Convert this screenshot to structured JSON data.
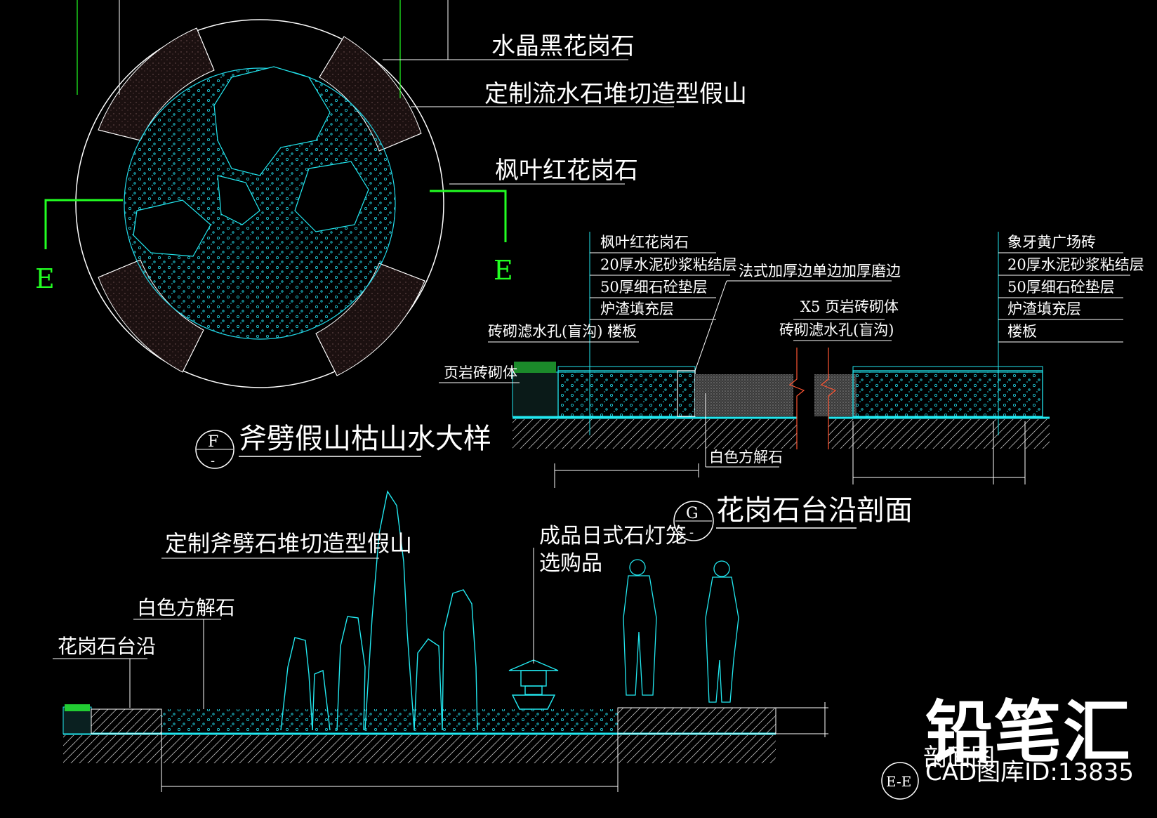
{
  "plan": {
    "marker_left": "E",
    "marker_right": "E",
    "labels": [
      "水晶黑花岗石",
      "定制流水石堆切造型假山",
      "枫叶红花岗石"
    ]
  },
  "detail_f": {
    "tag_top": "F",
    "tag_bottom": "-",
    "title": "斧劈假山枯山水大样"
  },
  "section_g": {
    "tag_top": "G",
    "tag_bottom": "-",
    "title": "花岗石台沿剖面",
    "left_layers": [
      "枫叶红花岗石",
      "20厚水泥砂浆粘结层",
      "50厚细石砼垫层",
      "炉渣填充层",
      "砖砌滤水孔(盲沟) 楼板"
    ],
    "right_layers": [
      "象牙黄广场砖",
      "20厚水泥砂浆粘结层",
      "50厚细石砼垫层",
      "炉渣填充层",
      "楼板"
    ],
    "edge_note": "法式加厚边单边加厚磨边",
    "shale_mid": "X5 页岩砖砌体",
    "drain_mid": "砖砌滤水孔(盲沟)",
    "shale_left": "页岩砖砌体",
    "gravel": "白色方解石"
  },
  "elevation_e": {
    "rockery": "定制斧劈石堆切造型假山",
    "lantern_line1": "成品日式石灯笼",
    "lantern_line2": "选购品",
    "gravel": "白色方解石",
    "curb": "花岗石台沿",
    "tag": "E-E",
    "caption": "剖面图"
  },
  "brand": {
    "name": "铅笔汇",
    "id_text": "CAD图库ID:13835"
  },
  "colors": {
    "background": "#000000",
    "line_white": "#ffffff",
    "cyan": "#22e8f0",
    "green": "#22ff22"
  }
}
